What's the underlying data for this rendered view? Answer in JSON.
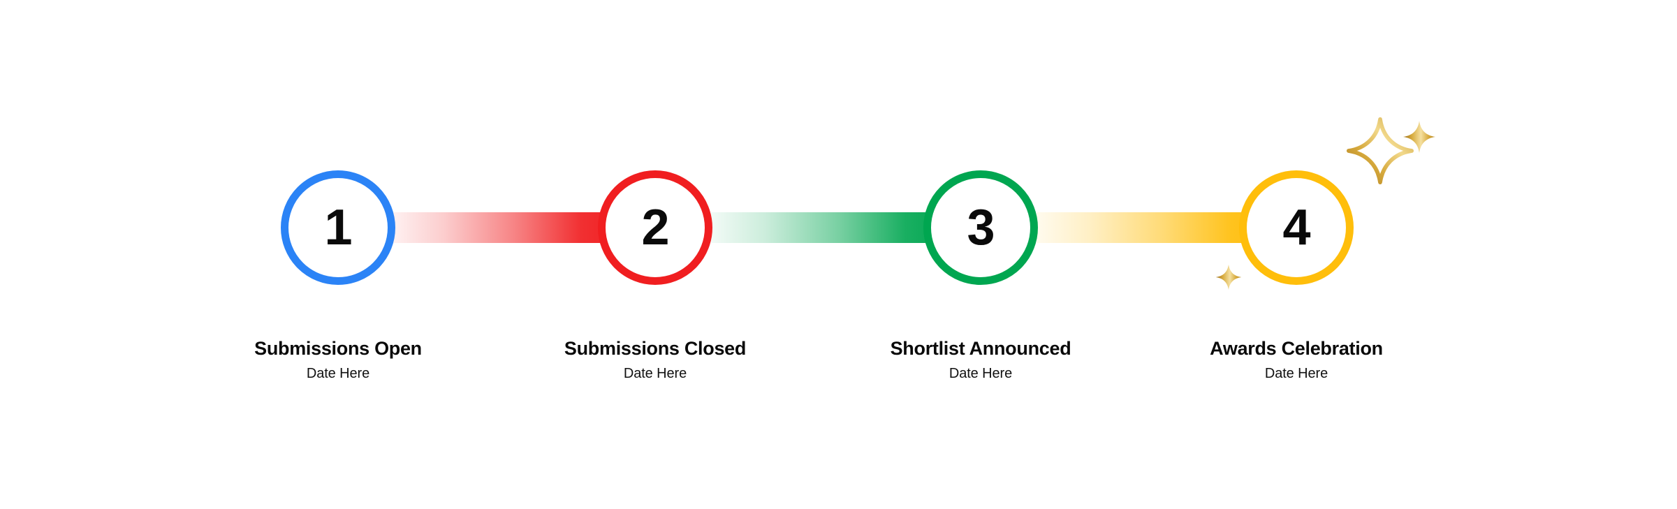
{
  "diagram": {
    "type": "horizontal-step-timeline",
    "background_color": "#FFFFFF",
    "steps": [
      {
        "number": "1",
        "title": "Submissions Open",
        "date": "Date Here",
        "color": "#2B83F6",
        "color_name": "blue"
      },
      {
        "number": "2",
        "title": "Submissions Closed",
        "date": "Date Here",
        "color": "#F01E20",
        "color_name": "red"
      },
      {
        "number": "3",
        "title": "Shortlist Announced",
        "date": "Date Here",
        "color": "#00A650",
        "color_name": "green"
      },
      {
        "number": "4",
        "title": "Awards Celebration",
        "date": "Date Here",
        "color": "#FFBE0B",
        "color_name": "yellow"
      }
    ],
    "connectors": [
      {
        "from": "1",
        "to": "2",
        "color": "#F01E20",
        "gradient": "transparent-to-solid-left-to-right"
      },
      {
        "from": "2",
        "to": "3",
        "color": "#00A650",
        "gradient": "transparent-to-solid-left-to-right"
      },
      {
        "from": "3",
        "to": "4",
        "color": "#FFBE0B",
        "gradient": "transparent-to-solid-left-to-right"
      }
    ],
    "decorations": [
      {
        "name": "sparkle-large",
        "style": "outline",
        "color_start": "#B8860B",
        "color_end": "#F6DB8A"
      },
      {
        "name": "sparkle-small",
        "style": "filled",
        "color_start": "#B8860B",
        "color_end": "#F6DB8A"
      },
      {
        "name": "sparkle-tiny",
        "style": "filled",
        "color_start": "#B8860B",
        "color_end": "#F6DB8A"
      }
    ]
  }
}
